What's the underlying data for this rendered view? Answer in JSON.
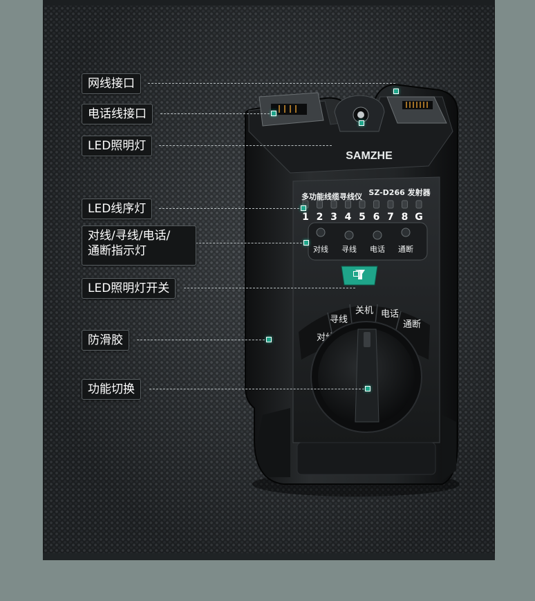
{
  "callouts": {
    "network_port": "网线接口",
    "phone_port": "电话线接口",
    "led_light": "LED照明灯",
    "led_sequence": "LED线序灯",
    "indicator_line1": "对线/寻线/电话/",
    "indicator_line2": "通断指示灯",
    "led_switch": "LED照明灯开关",
    "anti_slip": "防滑胶",
    "function_switch": "功能切换"
  },
  "device": {
    "brand": "SAMZHE",
    "name": "多功能线缆寻线仪",
    "model": "SZ-D266 发射器",
    "pin_numbers": [
      "1",
      "2",
      "3",
      "4",
      "5",
      "6",
      "7",
      "8",
      "G"
    ],
    "indicators": [
      "对线",
      "寻线",
      "电话",
      "通断"
    ],
    "dial_modes": [
      "对线",
      "寻线",
      "关机",
      "电话",
      "通断"
    ]
  },
  "colors": {
    "accent": "#1fa58a",
    "body": "#1b1d1f",
    "background": "#7e8c8a"
  }
}
